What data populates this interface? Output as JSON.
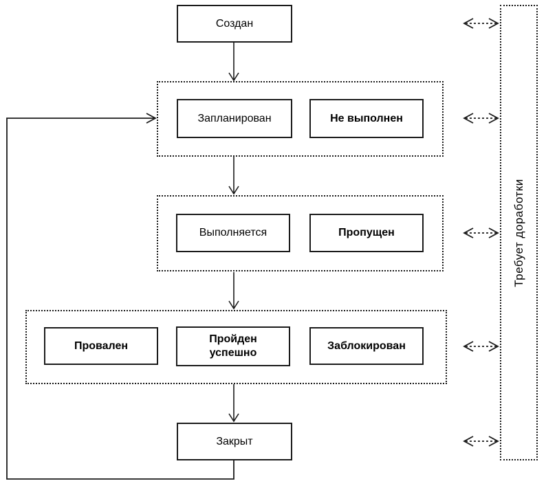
{
  "diagram": {
    "nodes": {
      "created": {
        "label": "Создан"
      },
      "planned": {
        "label": "Запланирован"
      },
      "not_executed": {
        "label": "Не выполнен"
      },
      "in_progress": {
        "label": "Выполняется"
      },
      "skipped": {
        "label": "Пропущен"
      },
      "failed": {
        "label": "Провален"
      },
      "passed": {
        "label": "Пройден\nуспешно"
      },
      "blocked": {
        "label": "Заблокирован"
      },
      "closed": {
        "label": "Закрыт"
      },
      "rework": {
        "label": "Требует доработки"
      }
    },
    "colors": {
      "line": "#1a1a1a",
      "background": "#ffffff",
      "box_fill": "#ffffff",
      "text": "#000000"
    }
  }
}
